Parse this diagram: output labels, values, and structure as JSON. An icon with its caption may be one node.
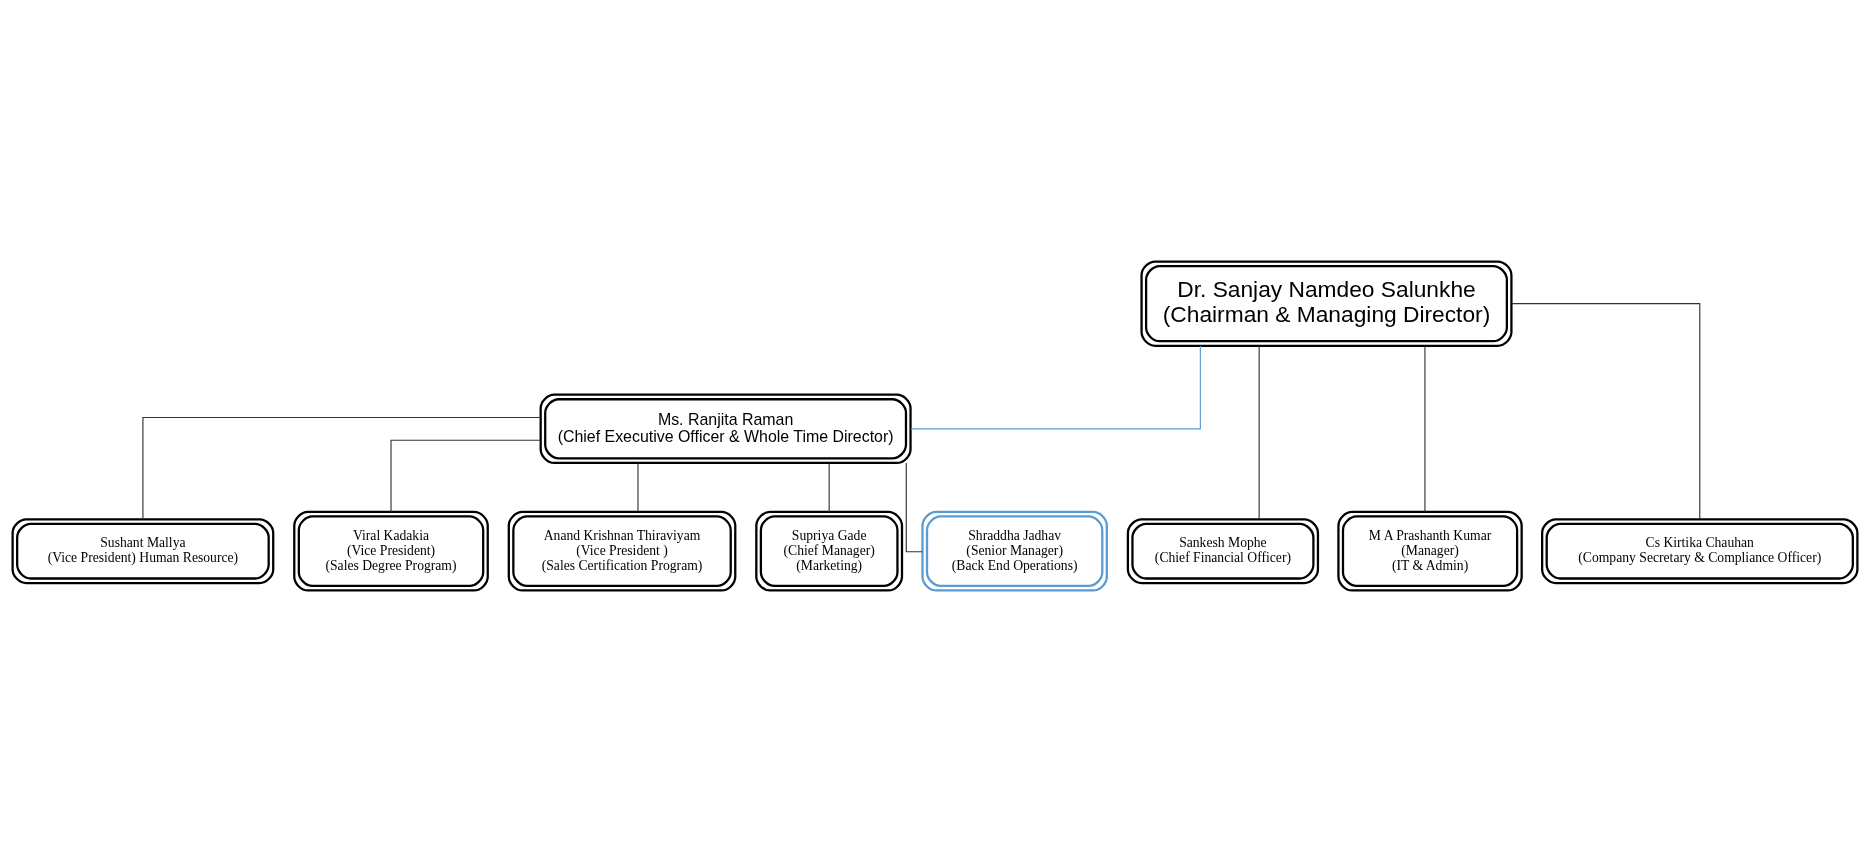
{
  "diagram": {
    "nodes": [
      {
        "text": [
          "Dr. Sanjay Namdeo Salunkhe",
          "(Chairman & Managing Director)"
        ]
      },
      {
        "text": [
          "Ms. Ranjita Raman",
          "(Chief Executive Officer & Whole Time Director)"
        ]
      },
      {
        "text": [
          "Sushant Mallya",
          "(Vice President) Human Resource)"
        ]
      },
      {
        "text": [
          "Viral Kadakia",
          "(Vice President)",
          "(Sales Degree Program)"
        ]
      },
      {
        "text": [
          "Anand Krishnan Thiraviyam",
          "(Vice President )",
          "(Sales Certification Program)"
        ]
      },
      {
        "text": [
          "Supriya Gade",
          "(Chief Manager)",
          "(Marketing)"
        ]
      },
      {
        "text": [
          "Shraddha Jadhav",
          "(Senior Manager)",
          "(Back End Operations)"
        ]
      },
      {
        "text": [
          "Sankesh Mophe",
          "(Chief Financial Officer)"
        ]
      },
      {
        "text": [
          "M A Prashanth Kumar",
          "(Manager)",
          "(IT & Admin)"
        ]
      },
      {
        "text": [
          "Cs Kirtika Chauhan",
          "(Company Secretary & Compliance Officer)"
        ]
      }
    ],
    "edges": [
      {
        "from": 0,
        "to": 1,
        "arrow": "none",
        "color": "#5b9bd5"
      },
      {
        "from": 1,
        "to": 2,
        "arrow": "none"
      },
      {
        "from": 1,
        "to": 3,
        "arrow": "none"
      },
      {
        "from": 1,
        "to": 4,
        "arrow": "none"
      },
      {
        "from": 1,
        "to": 5,
        "arrow": "none"
      },
      {
        "from": 1,
        "to": 6,
        "arrow": "none"
      },
      {
        "from": 0,
        "to": 7,
        "arrow": "none"
      },
      {
        "from": 0,
        "to": 8,
        "arrow": "none"
      },
      {
        "from": 0,
        "to": 9,
        "arrow": "none"
      }
    ]
  }
}
